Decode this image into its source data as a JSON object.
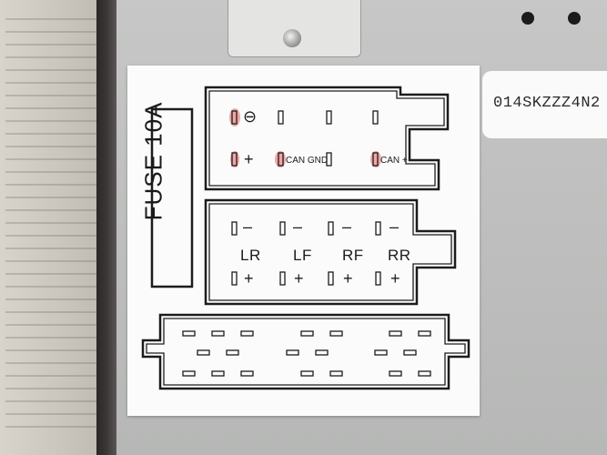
{
  "fuse_label": "FUSE 10A",
  "serial_number": "014SKZZZ4N2",
  "power_connector": {
    "ground_symbol": "⊖",
    "plus_symbol": "+",
    "can_gnd_label": "CAN GND",
    "can_plus_label": "CAN +"
  },
  "speaker_connector": {
    "channels": [
      {
        "label": "LR",
        "minus": "–",
        "plus": "+"
      },
      {
        "label": "LF",
        "minus": "–",
        "plus": "+"
      },
      {
        "label": "RF",
        "minus": "–",
        "plus": "+"
      },
      {
        "label": "RR",
        "minus": "–",
        "plus": "+"
      }
    ]
  },
  "colors": {
    "label_bg": "#fbfbfb",
    "ink": "#1c1c1c",
    "highlight": "#e98c8c"
  }
}
